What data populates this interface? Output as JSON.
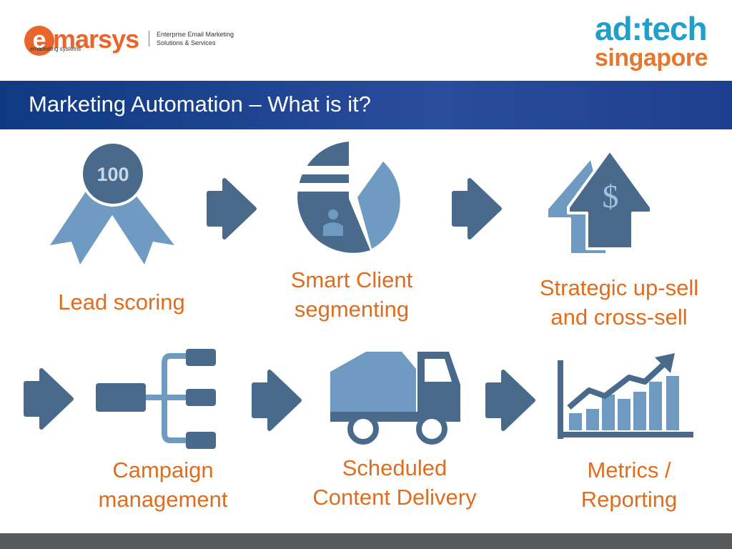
{
  "header": {
    "emarsys": {
      "logo_e": "e",
      "logo_word": "marsys",
      "tagline": "emarketing systems",
      "description_line1": "Enterprise Email Marketing",
      "description_line2": "Solutions & Services"
    },
    "adtech": {
      "line1": "ad:tech",
      "line2": "singapore"
    }
  },
  "banner": {
    "title": "Marketing Automation – What is it?"
  },
  "steps": [
    {
      "label_line1": "Lead scoring",
      "label_line2": "",
      "icon": "ribbon-award-icon",
      "badge": "100"
    },
    {
      "label_line1": "Smart Client",
      "label_line2": "segmenting",
      "icon": "pie-chart-person-icon"
    },
    {
      "label_line1": "Strategic up-sell",
      "label_line2": "and cross-sell",
      "icon": "dollar-up-arrow-icon",
      "symbol": "$"
    },
    {
      "label_line1": "Campaign",
      "label_line2": "management",
      "icon": "tree-diagram-icon"
    },
    {
      "label_line1": "Scheduled",
      "label_line2": "Content Delivery",
      "icon": "delivery-truck-icon"
    },
    {
      "label_line1": "Metrics /",
      "label_line2": "Reporting",
      "icon": "bar-chart-trend-icon"
    }
  ],
  "colors": {
    "primary_blue": "#4a6a8c",
    "light_blue": "#6f9bc2",
    "caption_orange": "#e06d1f",
    "banner_blue": "#1e3f8f",
    "emarsys_orange": "#e8662c",
    "adtech_blue": "#1f9fc9",
    "adtech_orange": "#e8762c"
  }
}
